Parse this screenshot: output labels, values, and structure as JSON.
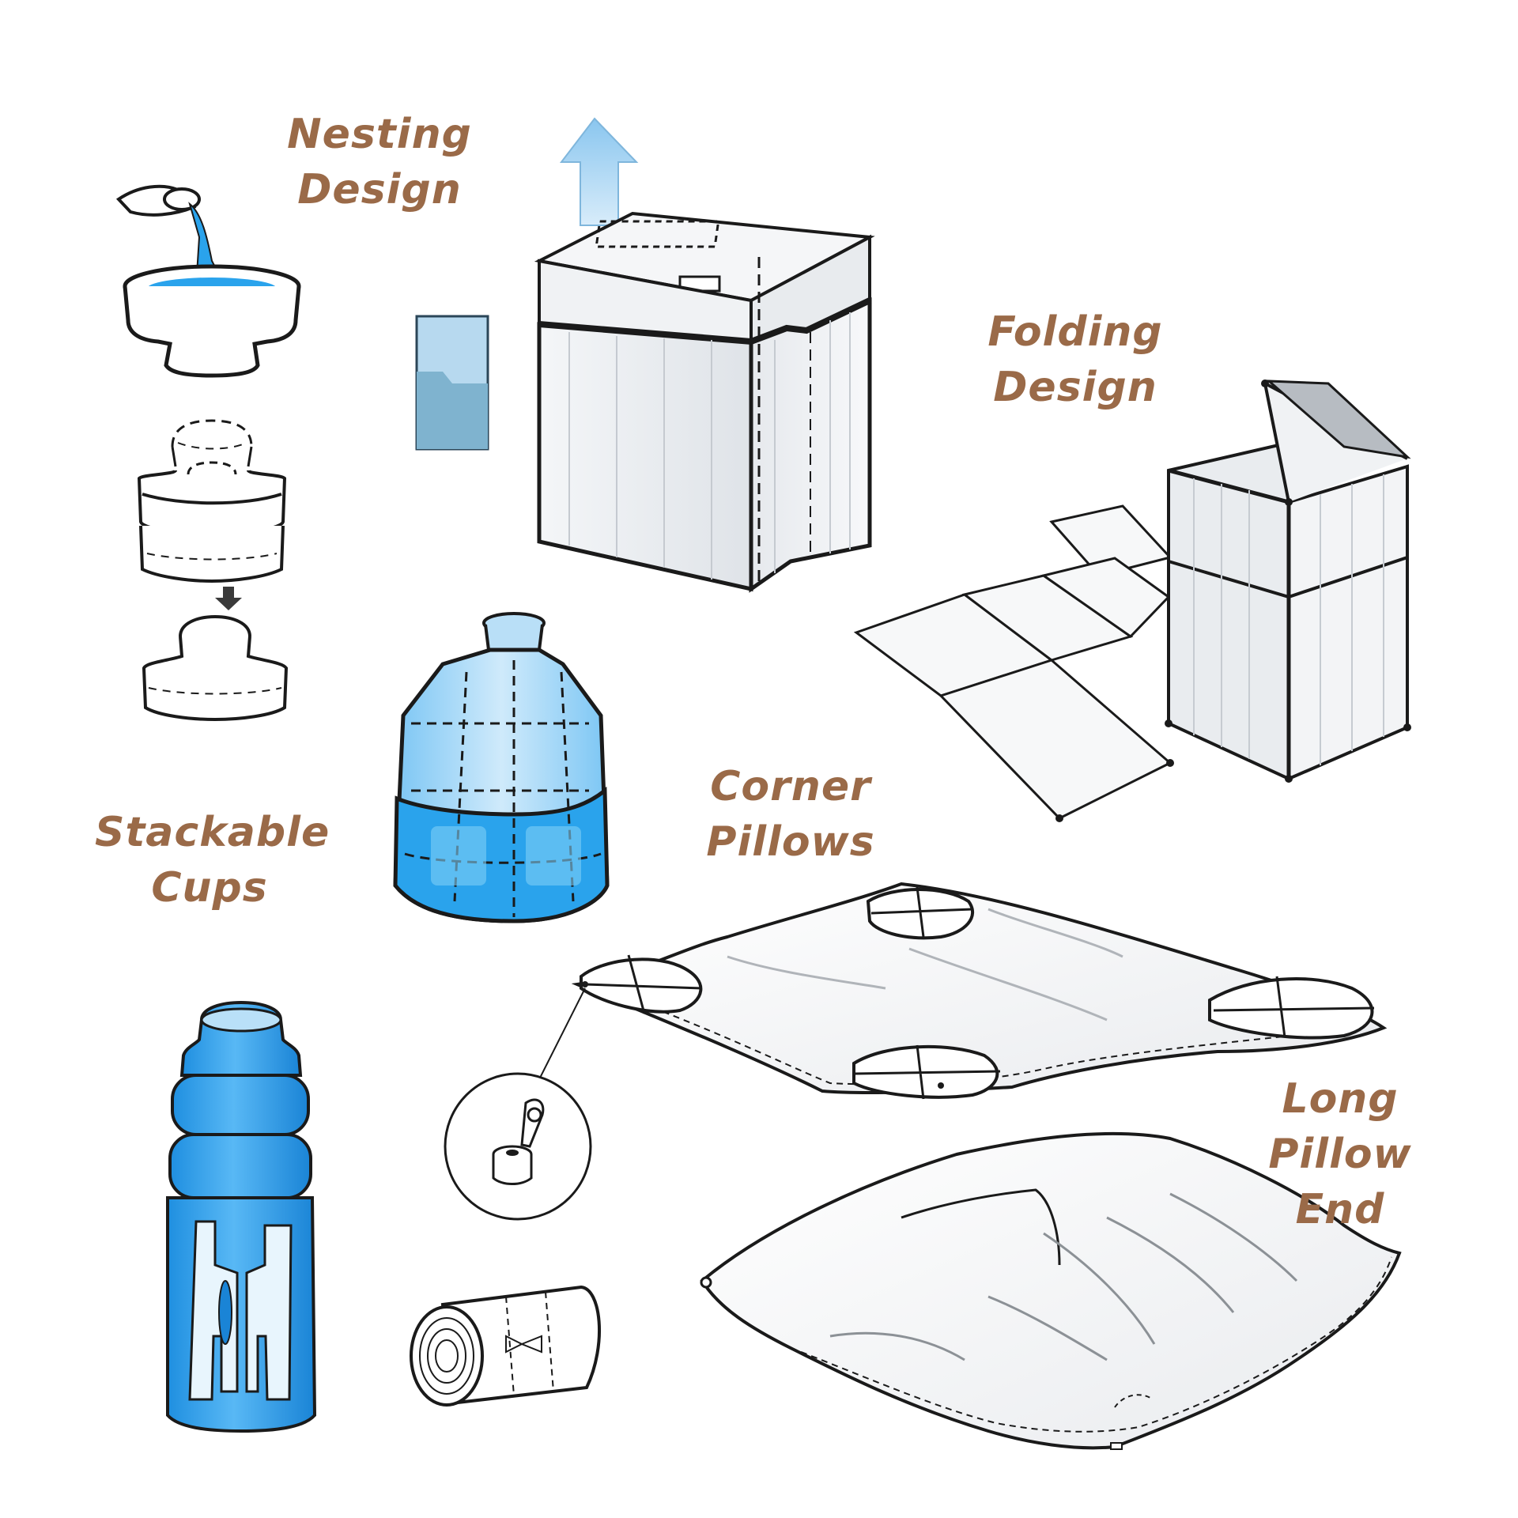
{
  "labels": {
    "nesting": {
      "line1": "Nesting",
      "line2": "Design"
    },
    "folding": {
      "line1": "Folding",
      "line2": "Design"
    },
    "corner": {
      "line1": "Corner",
      "line2": "Pillows"
    },
    "stackable": {
      "line1": "Stackable",
      "line2": "Cups"
    },
    "long_pillow": {
      "line1": "Long Pillow",
      "line2": "End"
    }
  },
  "colors": {
    "label": "#9a6a48",
    "water_blue": "#2aa3ec",
    "light_blue": "#a9d4f2",
    "ink": "#1a1a1a"
  }
}
